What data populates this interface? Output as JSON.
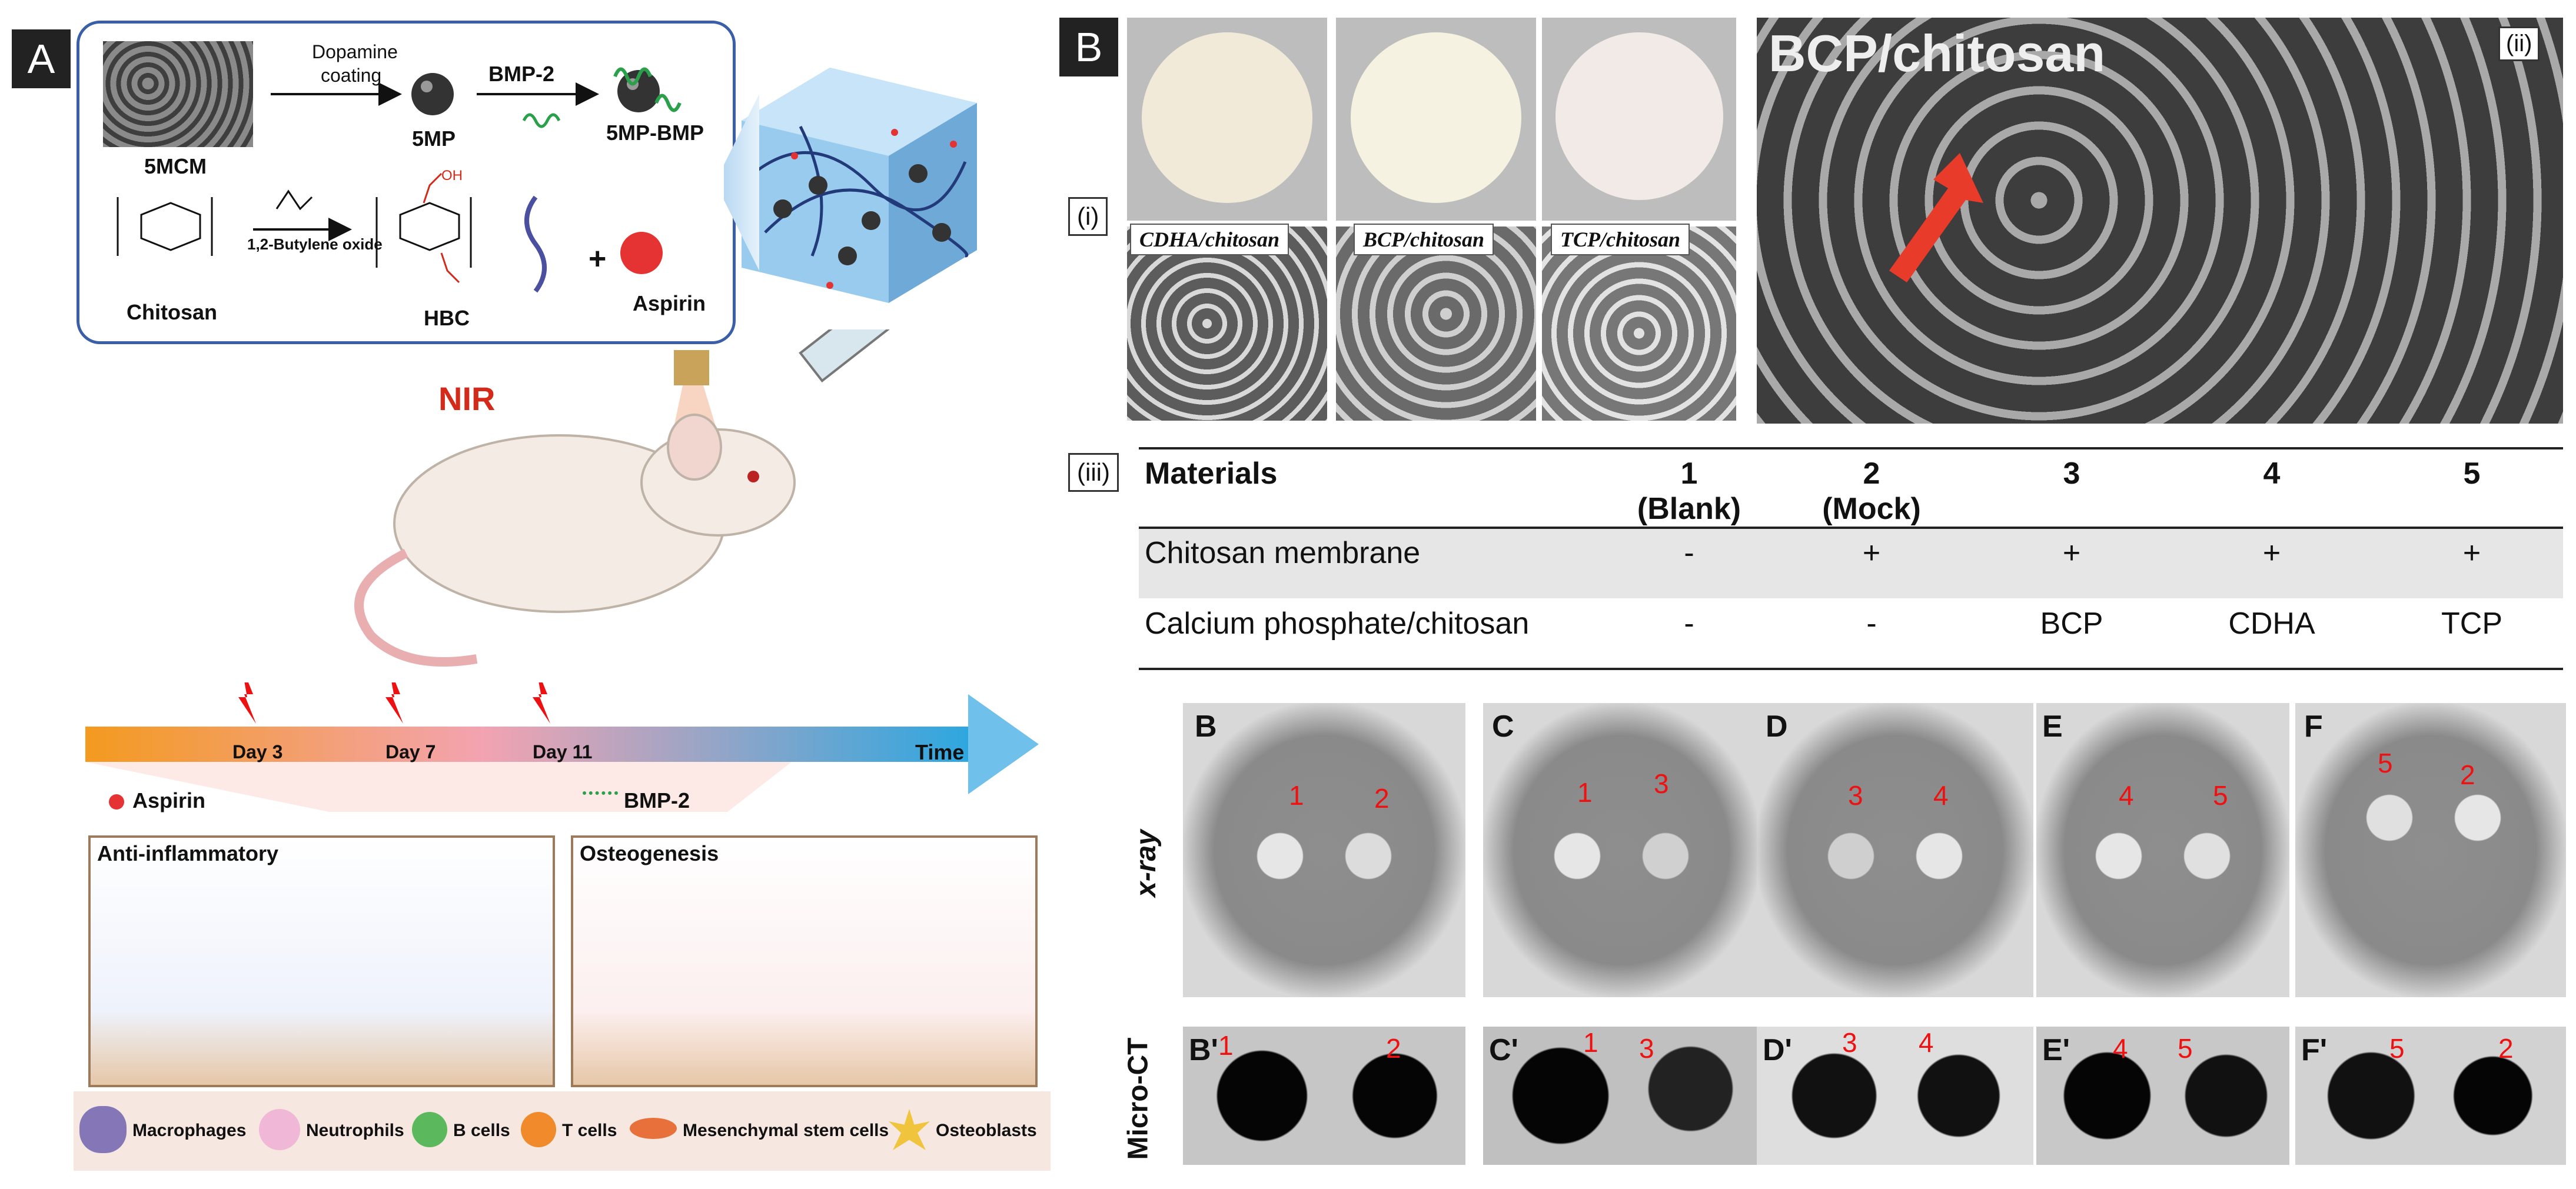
{
  "panelA": {
    "label": "A",
    "step1_top": "Dopamine",
    "step1_bottom": "coating",
    "material_5mcm": "5MCM",
    "material_5mp": "5MP",
    "bmp_arrow": "BMP-2",
    "material_5mpbmp": "5MP-BMP",
    "chitosan": "Chitosan",
    "reagent": "1,2-Butylene oxide",
    "hbc": "HBC",
    "plus": "+",
    "aspirin": "Aspirin",
    "oh": "OH",
    "nir": "NIR",
    "timeline": {
      "day3": "Day 3",
      "day7": "Day 7",
      "day11": "Day 11",
      "time": "Time"
    },
    "release_aspirin": "Aspirin",
    "release_bmp": "BMP-2",
    "box_left": "Anti-inflammatory",
    "box_right": "Osteogenesis",
    "legend": [
      "Macrophages",
      "Neutrophils",
      "B cells",
      "T cells",
      "Mesenchymal stem cells",
      "Osteoblasts"
    ],
    "colors": {
      "blue_box": "#3a5fa8",
      "cube": "#8ec5ec",
      "nir_red": "#d42a1a",
      "legend_bg": "#f6e7e1"
    }
  },
  "panelB": {
    "label": "B",
    "sub_i": "(i)",
    "sub_ii": "(ii)",
    "sub_iii": "(iii)",
    "sem_labels": [
      "CDHA/chitosan",
      "BCP/chitosan",
      "TCP/chitosan"
    ],
    "big_sem_title": "BCP/chitosan",
    "table": {
      "header": "Materials",
      "columns": [
        {
          "num": "1",
          "sub": "(Blank)"
        },
        {
          "num": "2",
          "sub": "(Mock)"
        },
        {
          "num": "3",
          "sub": ""
        },
        {
          "num": "4",
          "sub": ""
        },
        {
          "num": "5",
          "sub": ""
        }
      ],
      "rows": [
        {
          "label": "Chitosan membrane",
          "cells": [
            "-",
            "+",
            "+",
            "+",
            "+"
          ]
        },
        {
          "label": "Calcium phosphate/chitosan",
          "cells": [
            "-",
            "-",
            "BCP",
            "CDHA",
            "TCP"
          ]
        }
      ]
    },
    "row_label_xray": "x-ray",
    "row_label_ct": "Micro-CT",
    "xray": [
      {
        "letter": "B",
        "left": "1",
        "right": "2"
      },
      {
        "letter": "C",
        "left": "1",
        "right": "3"
      },
      {
        "letter": "D",
        "left": "3",
        "right": "4"
      },
      {
        "letter": "E",
        "left": "4",
        "right": "5"
      },
      {
        "letter": "F",
        "left": "5",
        "right": "2"
      }
    ],
    "ct": [
      {
        "letter": "B'",
        "left": "1",
        "right": "2"
      },
      {
        "letter": "C'",
        "left": "1",
        "right": "3"
      },
      {
        "letter": "D'",
        "left": "3",
        "right": "4"
      },
      {
        "letter": "E'",
        "left": "4",
        "right": "5"
      },
      {
        "letter": "F'",
        "left": "5",
        "right": "2"
      }
    ],
    "colors": {
      "red_label": "#e11111",
      "table_band": "#e6e6e6"
    }
  }
}
